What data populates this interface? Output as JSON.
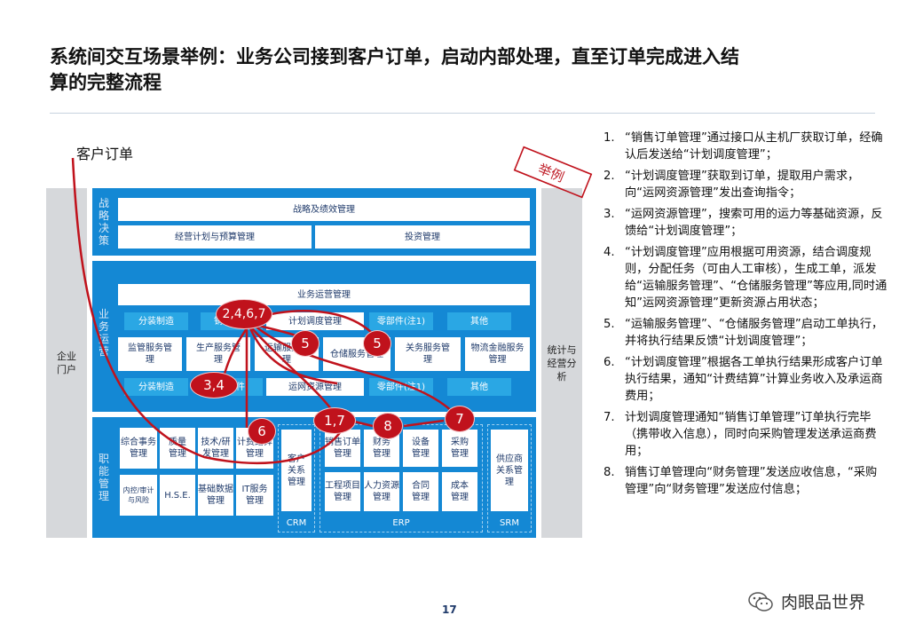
{
  "title": "系统间交互场景举例：业务公司接到客户订单，启动内部处理，直至订单完成进入结算的完整流程",
  "customer_order": "客户订单",
  "stamp": "举例",
  "left_panel": "企业门户",
  "right_panel": "统计与经营分析",
  "strategy": {
    "label": "战略决策",
    "rows": [
      "战略及绩效管理",
      "经营计划与预算管理",
      "投资管理"
    ]
  },
  "business": {
    "label": "业务运营",
    "header": "业务运营管理",
    "row1": [
      "分装制造",
      "销售订单",
      "计划调度管理",
      "零部件(注1)",
      "其他"
    ],
    "row2": [
      "监管服务管理",
      "生产服务管理",
      "运输服务管理",
      "仓储服务管理",
      "关务服务管理",
      "物流金融服务管理"
    ],
    "row3": [
      "分装制造",
      "零部件",
      "运网资源管理",
      "零部件(注1)",
      "其他"
    ]
  },
  "functional": {
    "label": "职能管理",
    "col_a": [
      "综合事务管理",
      "质量管理",
      "技术/研发管理",
      "计费结算管理",
      "内控/审计与风险",
      "H.S.E.",
      "基础数据管理",
      "IT服务管理"
    ],
    "crm": {
      "name": "CRM",
      "items": [
        "客户关系管理"
      ]
    },
    "erp": {
      "name": "ERP",
      "items": [
        "销售订单管理",
        "财务管理",
        "设备管理",
        "采购管理",
        "工程项目管理",
        "人力资源管理",
        "合同管理",
        "成本管理"
      ]
    },
    "srm": {
      "name": "SRM",
      "items": [
        "供应商关系管理"
      ]
    }
  },
  "bubbles": [
    "2,4,6,7",
    "5",
    "5",
    "3,4",
    "6",
    "1,7",
    "8",
    "7"
  ],
  "steps": [
    {
      "n": "1.",
      "t": "“销售订单管理”通过接口从主机厂获取订单，经确认后发送给“计划调度管理”；"
    },
    {
      "n": "2.",
      "t": "“计划调度管理”获取到订单，提取用户需求，向“运网资源管理”发出查询指令；"
    },
    {
      "n": "3.",
      "t": "“运网资源管理”，搜索可用的运力等基础资源，反馈给“计划调度管理”；"
    },
    {
      "n": "4.",
      "t": "“计划调度管理”应用根据可用资源，结合调度规则，分配任务（可由人工审核），生成工单，派发给“运输服务管理”、“仓储服务管理”等应用,同时通知”运网资源管理”更新资源占用状态；"
    },
    {
      "n": "5.",
      "t": "“运输服务管理”、“仓储服务管理”启动工单执行，并将执行结果反馈“计划调度管理”；"
    },
    {
      "n": "6.",
      "t": "“计划调度管理”根据各工单执行结果形成客户订单执行结果，通知“计费结算”计算业务收入及承运商费用；"
    },
    {
      "n": "7.",
      "t": "计划调度管理通知“销售订单管理”订单执行完毕（携带收入信息），同时向采购管理发送承运商费用；"
    },
    {
      "n": "8.",
      "t": "销售订单管理向“财务管理”发送应收信息，“采购管理”向“财务管理”发送应付信息；"
    }
  ],
  "page_number": "17",
  "watermark": "肉眼品世界"
}
